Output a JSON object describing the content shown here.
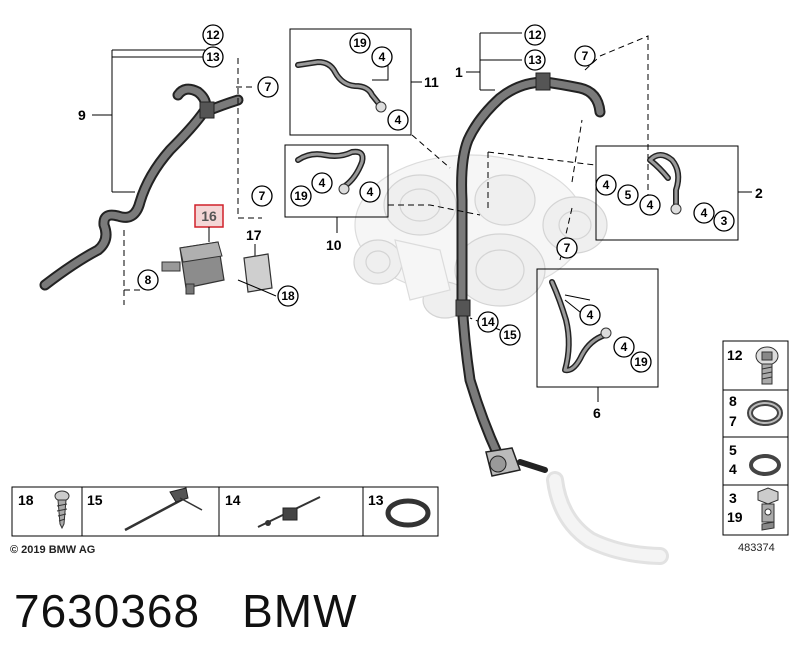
{
  "callouts": {
    "c12a": "12",
    "c13a": "13",
    "c7a": "7",
    "c19b": "19",
    "c4b": "4",
    "c4c": "4",
    "c12d": "12",
    "c13d": "13",
    "c7d": "7",
    "c7e": "7",
    "c19e": "19",
    "c4e": "4",
    "c4f": "4",
    "c4g": "4",
    "c5g": "5",
    "c4h": "4",
    "c4i": "4",
    "c3i": "3",
    "c8": "8",
    "c18": "18",
    "c7j": "7",
    "c4j": "4",
    "c4k": "4",
    "c19k": "19",
    "c14": "14",
    "c15": "15"
  },
  "labels": {
    "group_9": "9",
    "group_11": "11",
    "group_1": "1",
    "group_2": "2",
    "group_10": "10",
    "group_6": "6",
    "part_16": "16",
    "part_17": "17"
  },
  "legend_bottom": [
    {
      "num": "18",
      "icon": "screw-icon"
    },
    {
      "num": "15",
      "icon": "cable-tie-holder-icon"
    },
    {
      "num": "14",
      "icon": "cable-tie-clip-icon"
    },
    {
      "num": "13",
      "icon": "o-ring-icon"
    }
  ],
  "legend_right": [
    {
      "num_top": "12",
      "num_bottom": "",
      "icon": "hex-screw-icon"
    },
    {
      "num_top": "8",
      "num_bottom": "7",
      "icon": "hose-clamp-icon"
    },
    {
      "num_top": "5",
      "num_bottom": "4",
      "icon": "sealing-ring-icon"
    },
    {
      "num_top": "3",
      "num_bottom": "19",
      "icon": "banjo-bolt-icon"
    }
  ],
  "copyright": "© 2019 BMW AG",
  "image_number": "483374",
  "caption": {
    "part_number": "7630368",
    "brand": "BMW"
  },
  "colors": {
    "highlight": "#d0202a",
    "highlight_fill": "#f4d6d6"
  }
}
